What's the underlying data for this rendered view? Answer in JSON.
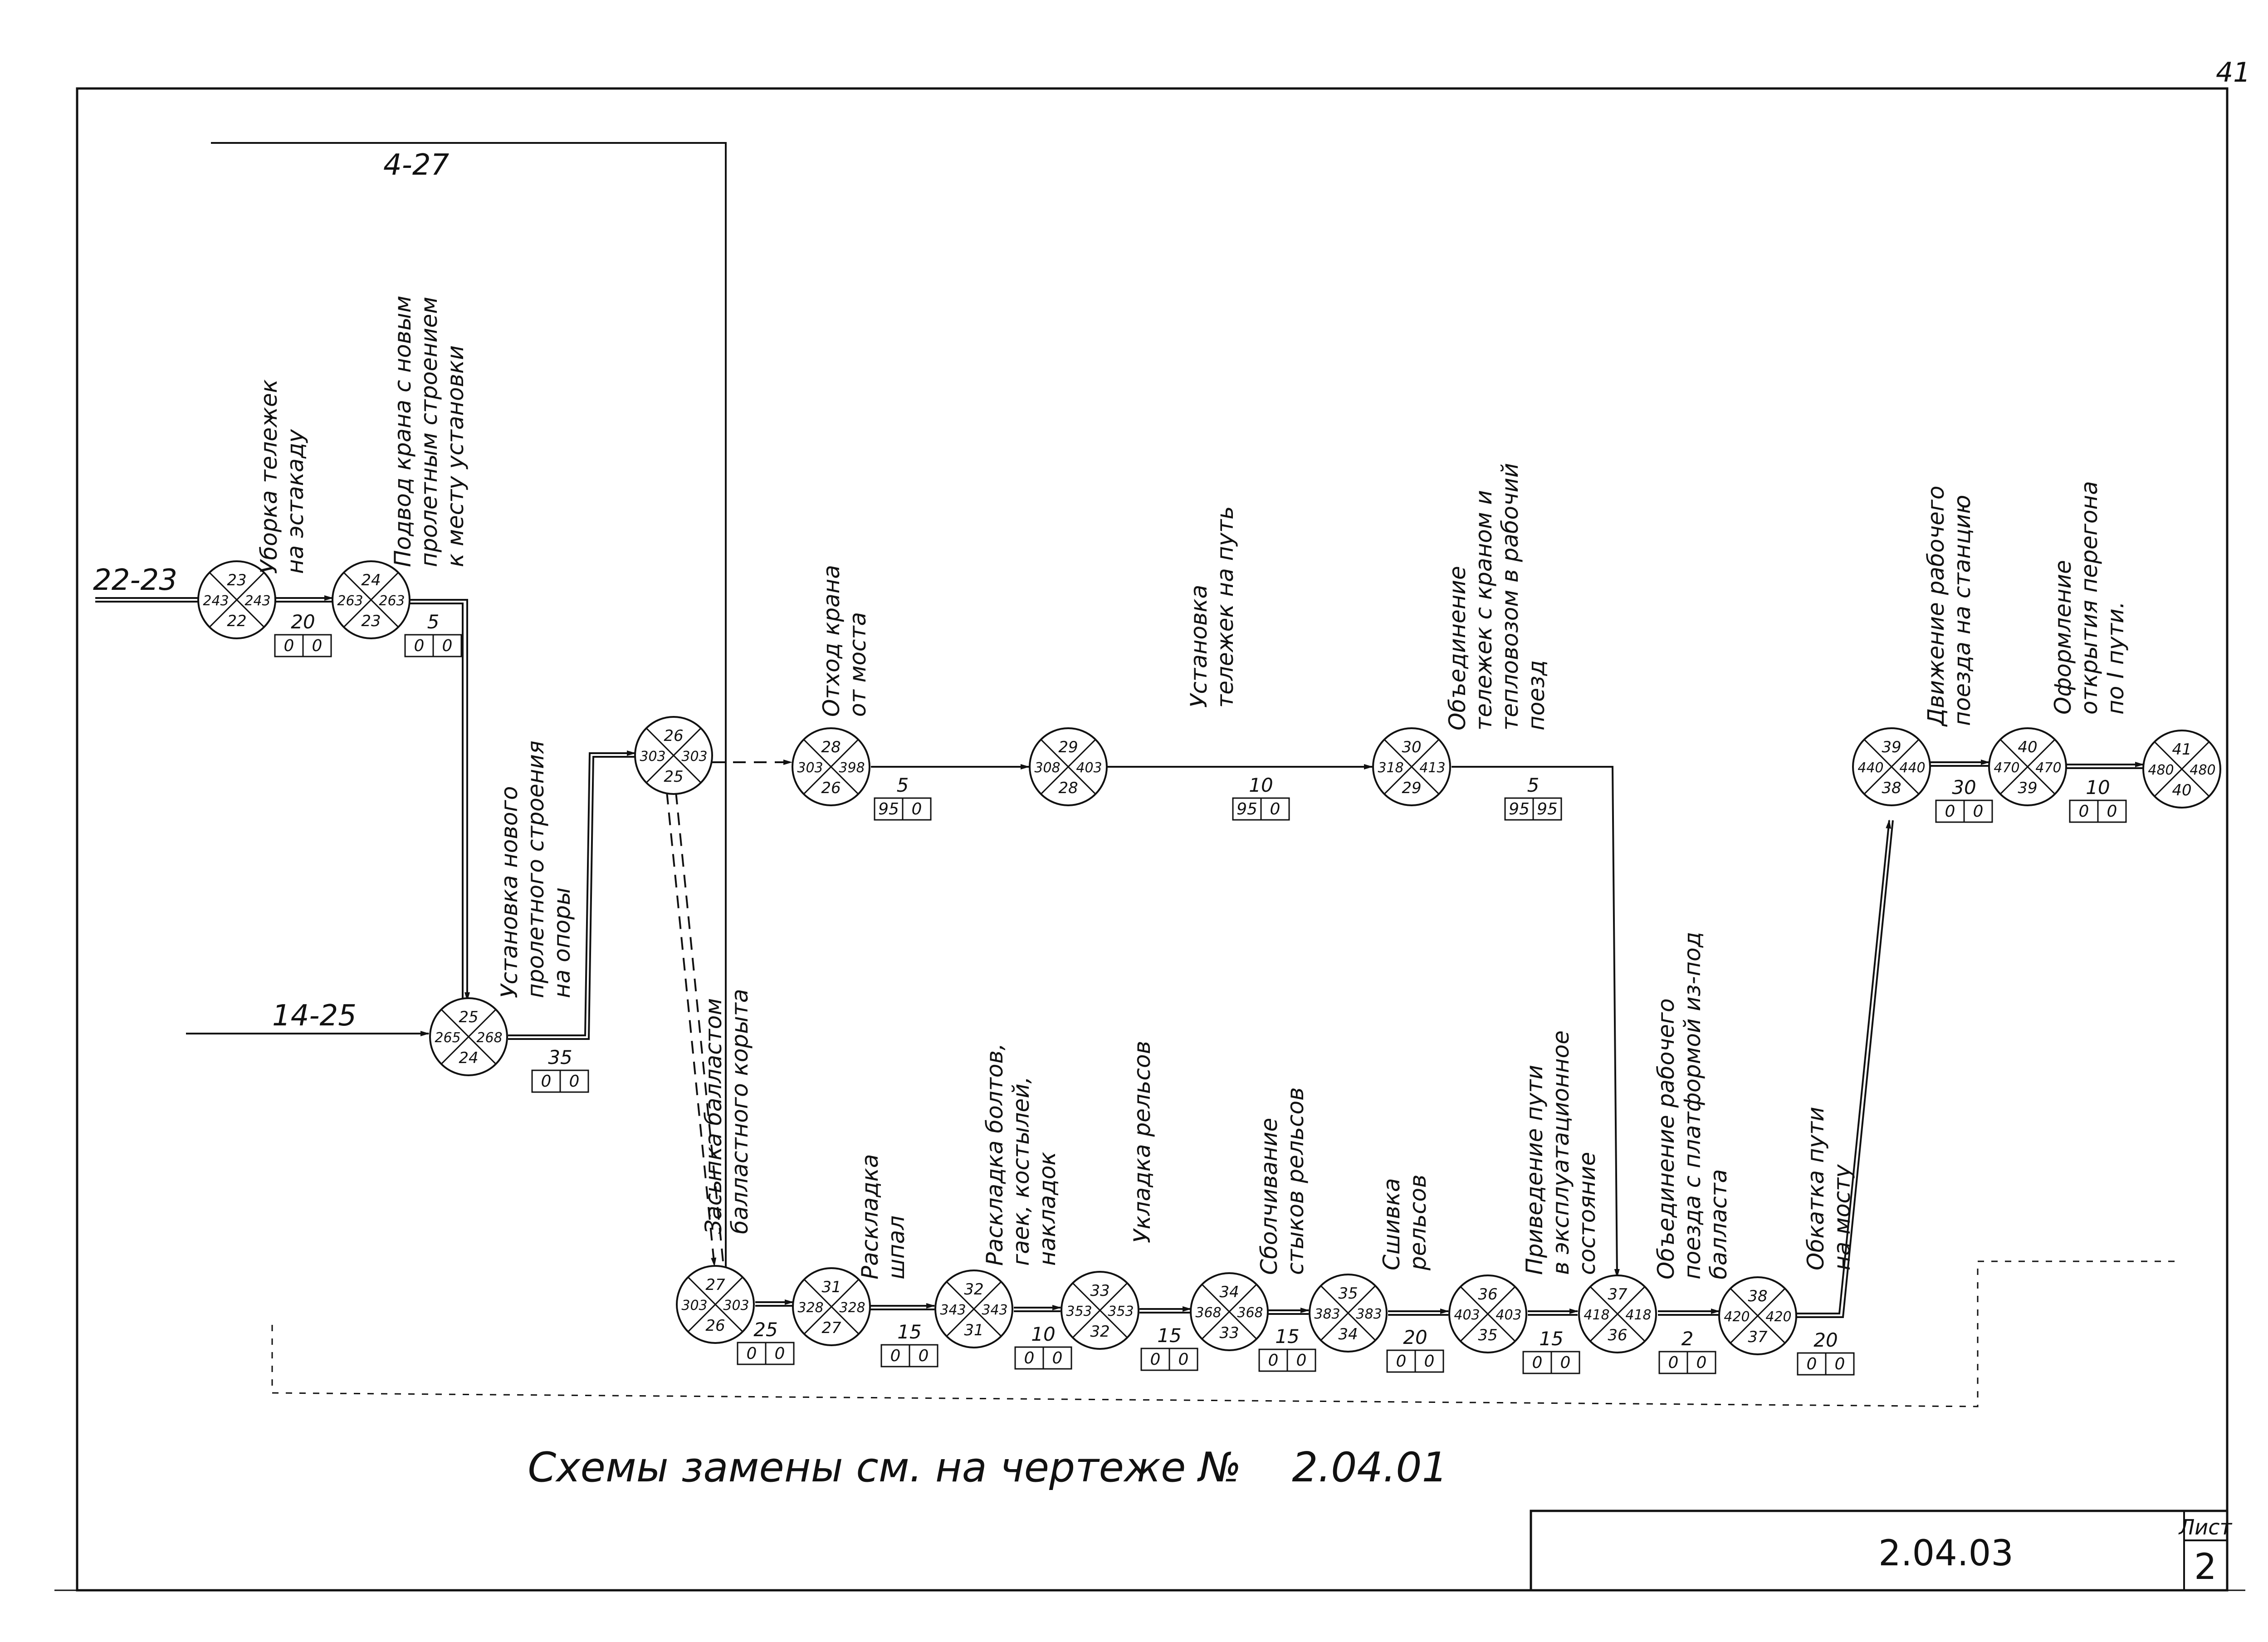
{
  "page_number": "41",
  "note": "Схемы замены см. на чертеже №",
  "note_number": "2.04.01",
  "stamp": {
    "code": "2.04.03",
    "sheet_label": "Лист",
    "sheet": "2"
  },
  "inputs": {
    "a": "22-23",
    "b": "14-25",
    "top": "4-27"
  },
  "nodes": [
    {
      "id": "n23",
      "top": "23",
      "left": "243",
      "right": "243",
      "bottom": "22"
    },
    {
      "id": "n24",
      "top": "24",
      "left": "263",
      "right": "263",
      "bottom": "23"
    },
    {
      "id": "n25",
      "top": "25",
      "left": "265",
      "right": "268",
      "bottom": "24"
    },
    {
      "id": "n26",
      "top": "26",
      "left": "303",
      "right": "303",
      "bottom": "25"
    },
    {
      "id": "n28",
      "top": "28",
      "left": "303",
      "right": "398",
      "bottom": "26"
    },
    {
      "id": "n29",
      "top": "29",
      "left": "308",
      "right": "403",
      "bottom": "28"
    },
    {
      "id": "n30",
      "top": "30",
      "left": "318",
      "right": "413",
      "bottom": "29"
    },
    {
      "id": "n27",
      "top": "27",
      "left": "303",
      "right": "303",
      "bottom": "26"
    },
    {
      "id": "n31",
      "top": "31",
      "left": "328",
      "right": "328",
      "bottom": "27"
    },
    {
      "id": "n32",
      "top": "32",
      "left": "343",
      "right": "343",
      "bottom": "31"
    },
    {
      "id": "n33",
      "top": "33",
      "left": "353",
      "right": "353",
      "bottom": "32"
    },
    {
      "id": "n34",
      "top": "34",
      "left": "368",
      "right": "368",
      "bottom": "33"
    },
    {
      "id": "n35",
      "top": "35",
      "left": "383",
      "right": "383",
      "bottom": "34"
    },
    {
      "id": "n36",
      "top": "36",
      "left": "403",
      "right": "403",
      "bottom": "35"
    },
    {
      "id": "n37",
      "top": "37",
      "left": "418",
      "right": "418",
      "bottom": "36"
    },
    {
      "id": "n38",
      "top": "38",
      "left": "420",
      "right": "420",
      "bottom": "37"
    },
    {
      "id": "n39",
      "top": "39",
      "left": "440",
      "right": "440",
      "bottom": "38"
    },
    {
      "id": "n40",
      "top": "40",
      "left": "470",
      "right": "470",
      "bottom": "39"
    },
    {
      "id": "n41",
      "top": "41",
      "left": "480",
      "right": "480",
      "bottom": "40"
    }
  ],
  "durations": [
    {
      "id": "d1",
      "value": "20",
      "b1": "0",
      "b2": "0"
    },
    {
      "id": "d2",
      "value": "5",
      "b1": "0",
      "b2": "0"
    },
    {
      "id": "d3",
      "value": "35",
      "b1": "0",
      "b2": "0"
    },
    {
      "id": "d4",
      "value": "5",
      "b1": "95",
      "b2": "0"
    },
    {
      "id": "d5",
      "value": "10",
      "b1": "95",
      "b2": "0"
    },
    {
      "id": "d6",
      "value": "5",
      "b1": "95",
      "b2": "95"
    },
    {
      "id": "d7",
      "value": "25",
      "b1": "0",
      "b2": "0"
    },
    {
      "id": "d8",
      "value": "15",
      "b1": "0",
      "b2": "0"
    },
    {
      "id": "d9",
      "value": "10",
      "b1": "0",
      "b2": "0"
    },
    {
      "id": "d10",
      "value": "15",
      "b1": "0",
      "b2": "0"
    },
    {
      "id": "d11",
      "value": "15",
      "b1": "0",
      "b2": "0"
    },
    {
      "id": "d12",
      "value": "20",
      "b1": "0",
      "b2": "0"
    },
    {
      "id": "d13",
      "value": "15",
      "b1": "0",
      "b2": "0"
    },
    {
      "id": "d14",
      "value": "2",
      "b1": "0",
      "b2": "0"
    },
    {
      "id": "d15",
      "value": "20",
      "b1": "0",
      "b2": "0"
    },
    {
      "id": "d16",
      "value": "30",
      "b1": "0",
      "b2": "0"
    },
    {
      "id": "d17",
      "value": "10",
      "b1": "0",
      "b2": "0"
    }
  ],
  "labels": {
    "l1": [
      "Уборка тележек",
      "на эстакаду"
    ],
    "l2": [
      "Подвод крана с новым",
      "пролетным строением",
      "к месту установки"
    ],
    "l3": [
      "Установка нового",
      "пролетного строения",
      "на опоры"
    ],
    "l4": [
      "Отход крана",
      "от моста"
    ],
    "l5": [
      "Установка",
      "тележек на путь"
    ],
    "l6": [
      "Объединение",
      "тележек с краном и",
      "тепловозом в рабочий",
      "поезд"
    ],
    "l7": [
      "Засыпка балластом",
      "балластного корыта"
    ],
    "l8": [
      "Раскладка",
      "шпал"
    ],
    "l9": [
      "Раскладка болтов,",
      "гаек, костылей,",
      "накладок"
    ],
    "l10": [
      "Укладка рельсов"
    ],
    "l11": [
      "Сболчивание",
      "стыков рельсов"
    ],
    "l12": [
      "Сшивка",
      "рельсов"
    ],
    "l13": [
      "Приведение пути",
      "в эксплуатационное",
      "состояние"
    ],
    "l14": [
      "Объединение рабочего",
      "поезда с платформой из-под",
      "балласта"
    ],
    "l15": [
      "Обкатка пути",
      "на мосту"
    ],
    "l16": [
      "Движение рабочего",
      "поезда на станцию"
    ],
    "l17": [
      "Оформление",
      "открытия перегона",
      "по I пути."
    ]
  }
}
